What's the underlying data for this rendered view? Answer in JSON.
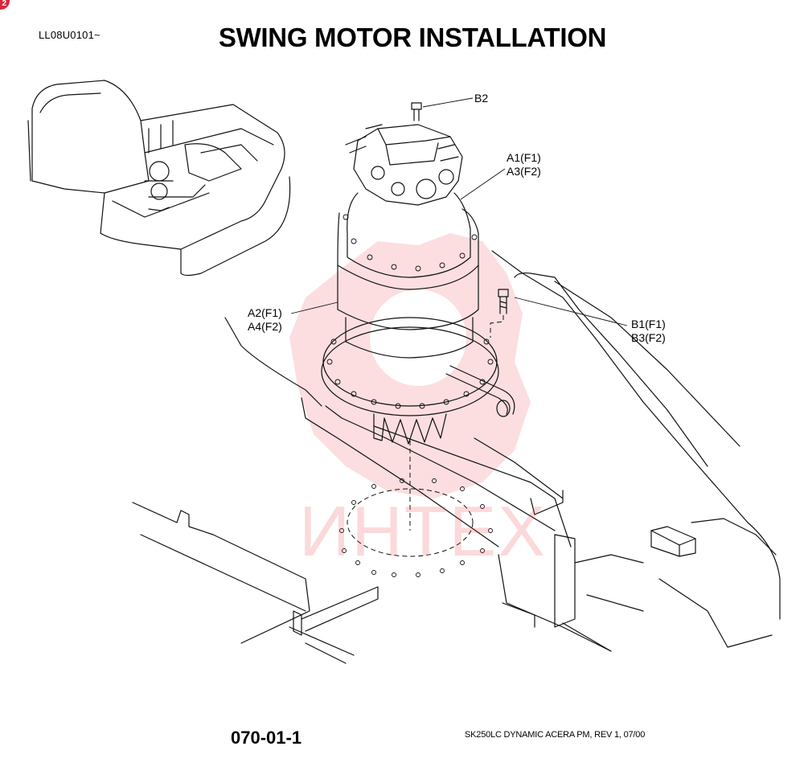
{
  "badge": {
    "label": "2",
    "color": "#d8263a"
  },
  "header": {
    "doc_code": "LL08U0101~",
    "title": "SWING MOTOR INSTALLATION"
  },
  "callouts": {
    "b2": "B2",
    "a1": "A1(F1)",
    "a3": "A3(F2)",
    "a2": "A2(F1)",
    "a4": "A4(F2)",
    "b1": "B1(F1)",
    "b3": "B3(F2)"
  },
  "watermark": {
    "text": "ИНТЕХ",
    "color": "#ee3340"
  },
  "footer": {
    "page_number": "070-01-1",
    "reference": "SK250LC DYNAMIC ACERA PM, REV 1, 07/00"
  }
}
